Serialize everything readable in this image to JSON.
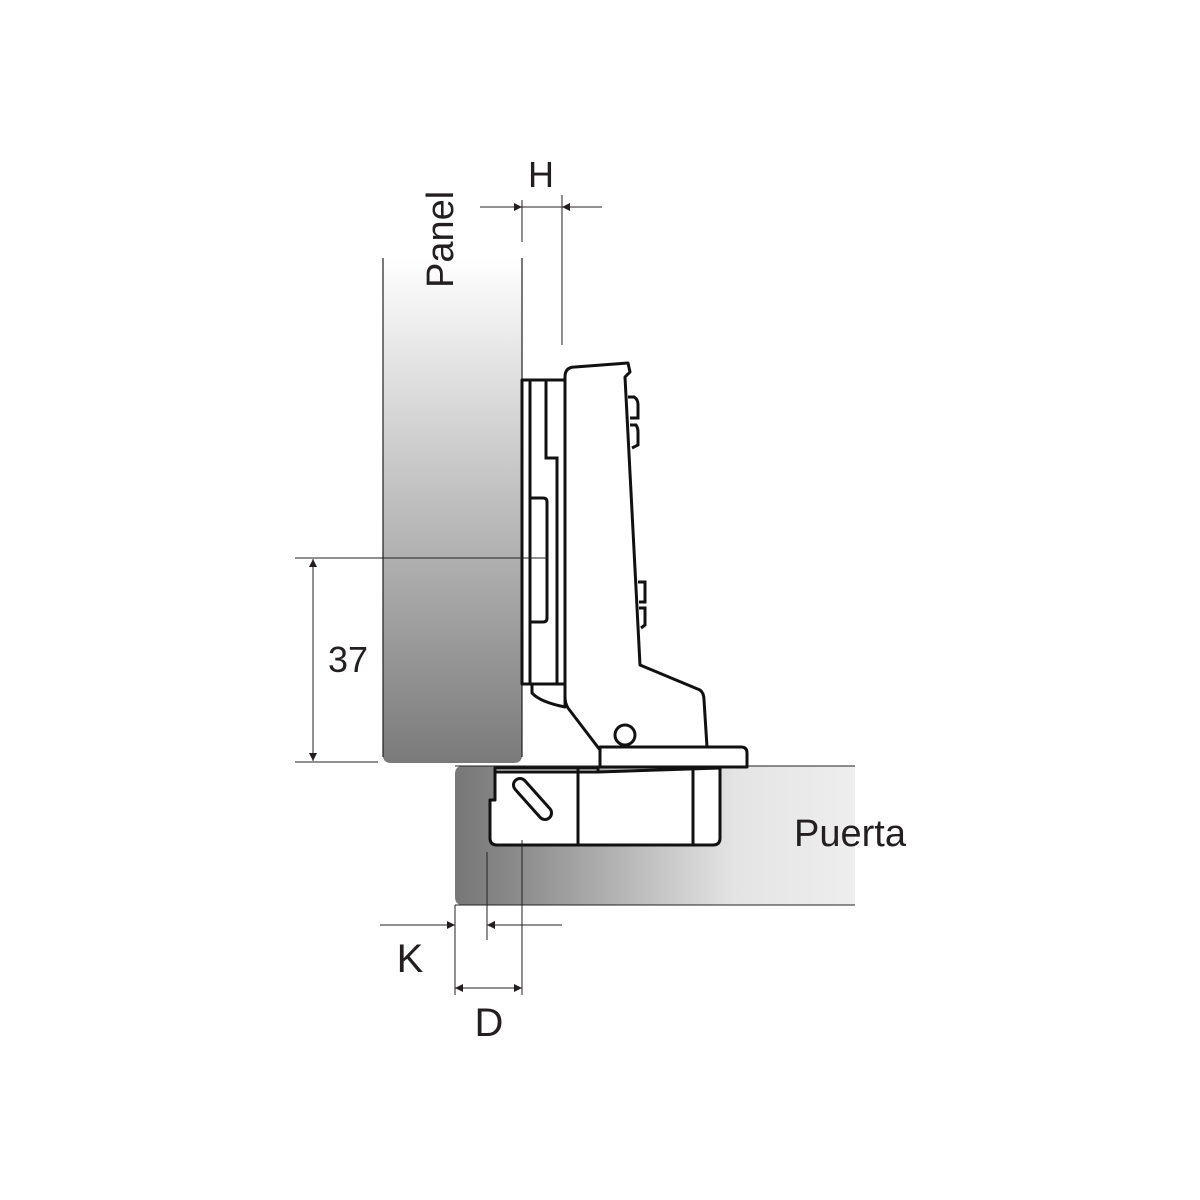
{
  "labels": {
    "panel": "Panel",
    "door": "Puerta",
    "overlay_h": "H",
    "distance_37": "37",
    "k": "K",
    "d": "D"
  },
  "colors": {
    "line": "#111111",
    "panel_light": "#ffffff",
    "panel_dark": "#7a7a7a",
    "door_dark": "#777777",
    "door_light": "#eeeeee"
  }
}
